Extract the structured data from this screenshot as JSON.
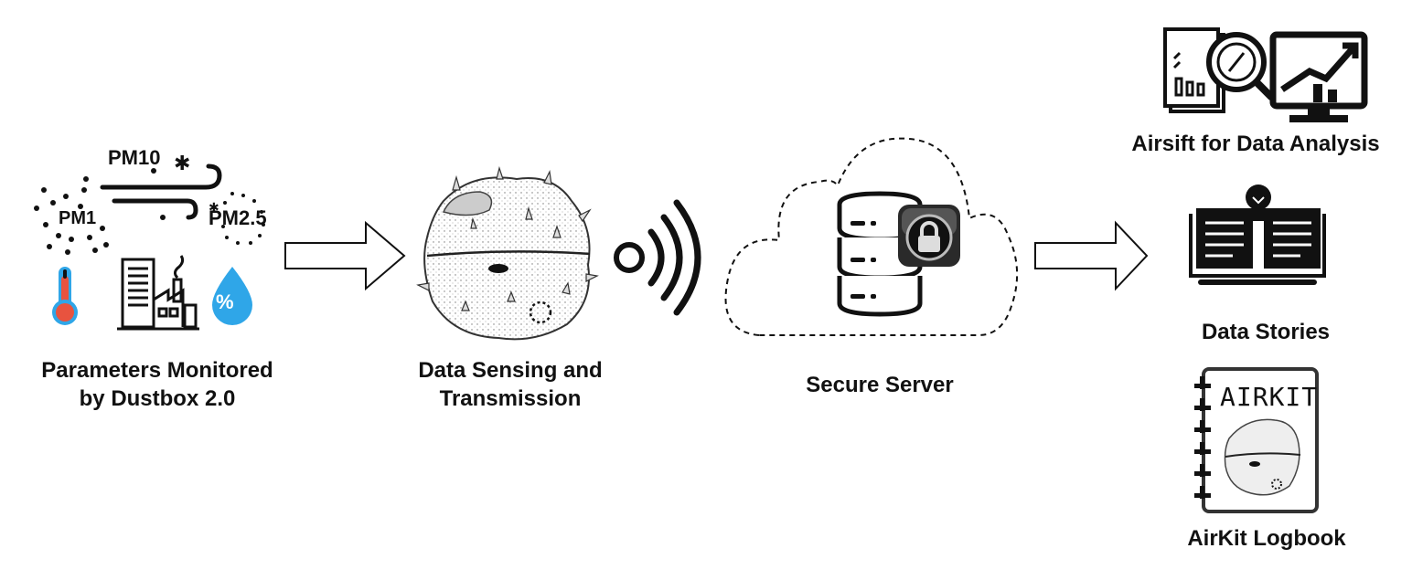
{
  "stages": {
    "parameters": {
      "label_line1": "Parameters Monitored",
      "label_line2": "by Dustbox 2.0"
    },
    "sensing": {
      "label_line1": "Data Sensing and",
      "label_line2": "Transmission"
    },
    "server": {
      "label": "Secure Server"
    }
  },
  "pollutants": {
    "pm10": "PM10",
    "pm1": "PM1",
    "pm25": "PM2.5",
    "humidity_symbol": "%"
  },
  "outputs": {
    "analysis": {
      "label": "Airsift for Data Analysis"
    },
    "stories": {
      "label": "Data Stories"
    },
    "logbook": {
      "label": "AirKit Logbook",
      "cover_text": "AIRKIT"
    }
  },
  "colors": {
    "thermometer": "#e8533f",
    "humidity": "#2fa6e8",
    "ink": "#111111"
  }
}
